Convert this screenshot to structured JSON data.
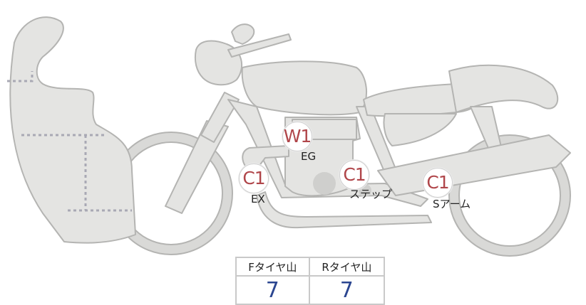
{
  "markers": [
    {
      "id": "eg",
      "code": "W1",
      "label": "EG"
    },
    {
      "id": "ex",
      "code": "C1",
      "label": "EX"
    },
    {
      "id": "step",
      "code": "C1",
      "label": "ステップ"
    },
    {
      "id": "sarm",
      "code": "C1",
      "label": "Sアーム"
    }
  ],
  "tyre_table": {
    "headers": [
      "Fタイヤ山",
      "Rタイヤ山"
    ],
    "values": [
      "7",
      "7"
    ]
  },
  "colors": {
    "code": "#b0464a",
    "value": "#2b4690",
    "part": "#e4e4e2"
  }
}
